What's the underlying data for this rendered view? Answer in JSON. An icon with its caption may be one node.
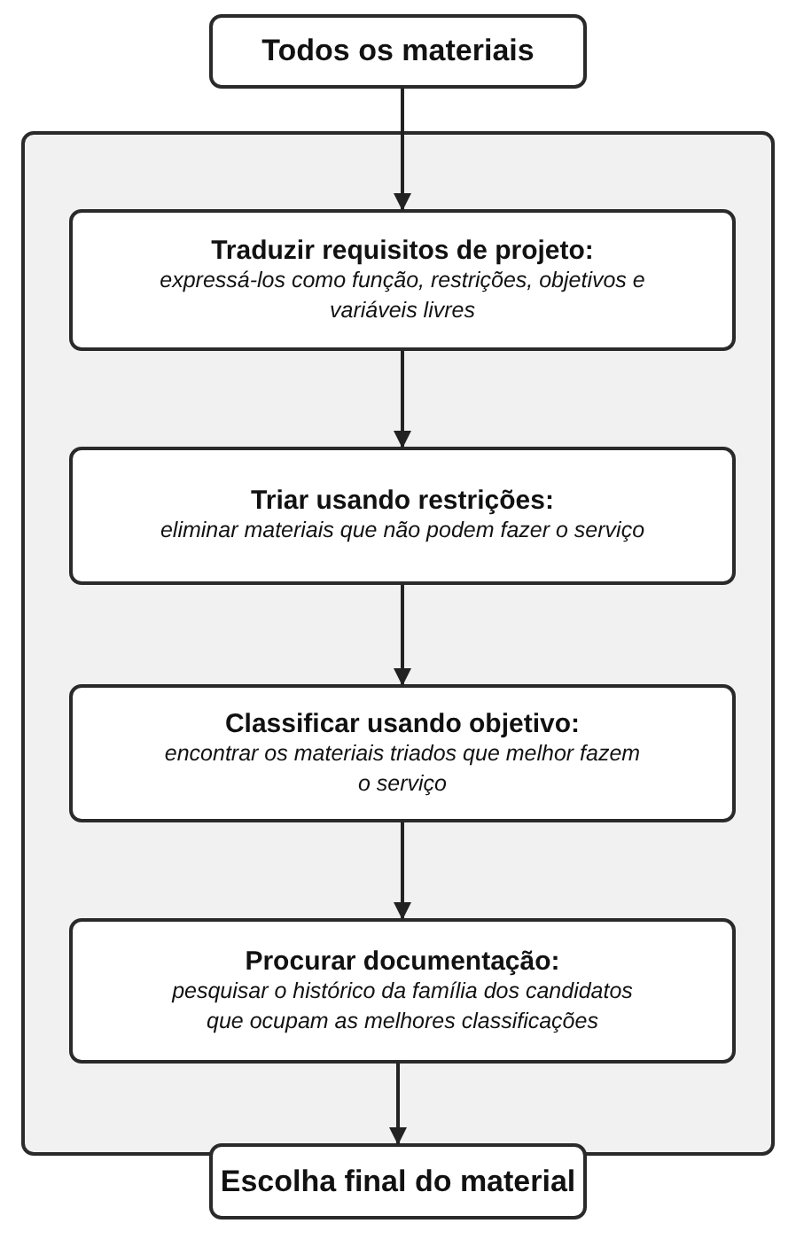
{
  "diagram": {
    "nodes": [
      {
        "text": [
          "Todos os materiais"
        ]
      },
      {
        "text": [],
        "shape": "box"
      },
      {
        "text": [
          "Traduzir requisitos de projeto:",
          "expressá-los como função, restrições, objetivos e variáveis livres"
        ],
        "in": 1
      },
      {
        "text": [
          "Triar usando restrições:",
          "eliminar materiais que não podem fazer o serviço"
        ],
        "in": 1
      },
      {
        "text": [
          "Classificar usando objetivo:",
          "encontrar os materiais triados que melhor fazem o serviço"
        ],
        "in": 1
      },
      {
        "text": [
          "Procurar documentação:",
          "pesquisar o histórico da família dos candidatos que ocupam as melhores classificações"
        ],
        "in": 1
      },
      {
        "text": [
          "Escolha final do material"
        ]
      }
    ],
    "edges": [
      {
        "from": 0,
        "to": 2,
        "arrow": "to"
      },
      {
        "from": 2,
        "to": 3,
        "arrow": "to"
      },
      {
        "from": 3,
        "to": 4,
        "arrow": "to"
      },
      {
        "from": 4,
        "to": 5,
        "arrow": "to"
      },
      {
        "from": 5,
        "to": 6,
        "arrow": "to"
      }
    ]
  }
}
